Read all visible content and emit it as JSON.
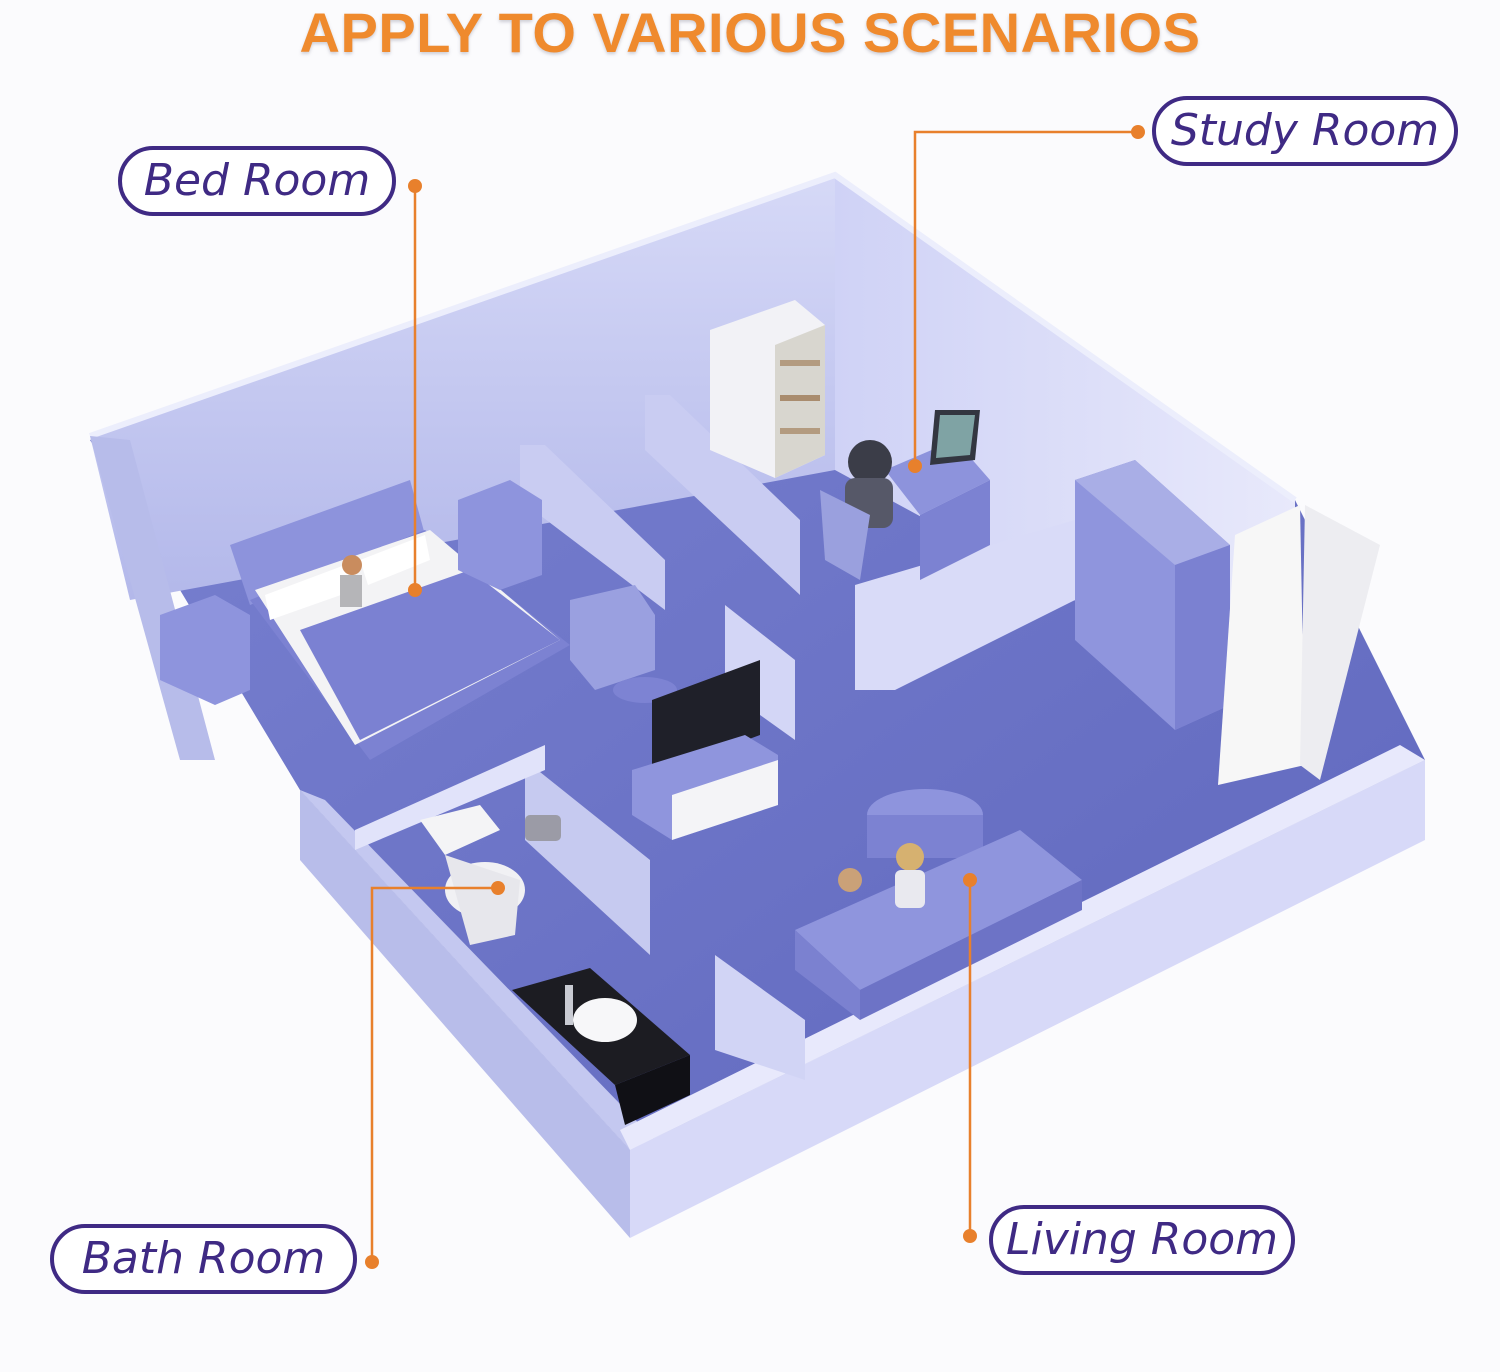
{
  "title": "APPLY TO VARIOUS SCENARIOS",
  "labels": {
    "bed_room": "Bed Room",
    "study_room": "Study Room",
    "bath_room": "Bath Room",
    "living_room": "Living Room"
  },
  "colors": {
    "title": "#ef8a2d",
    "pill_border": "#3f2a84",
    "pill_text": "#3f2a84",
    "leader_line": "#e8802c",
    "floor": "#6c74c6",
    "wall": "#c7cbf2",
    "wall_top": "#e3e5fb"
  }
}
